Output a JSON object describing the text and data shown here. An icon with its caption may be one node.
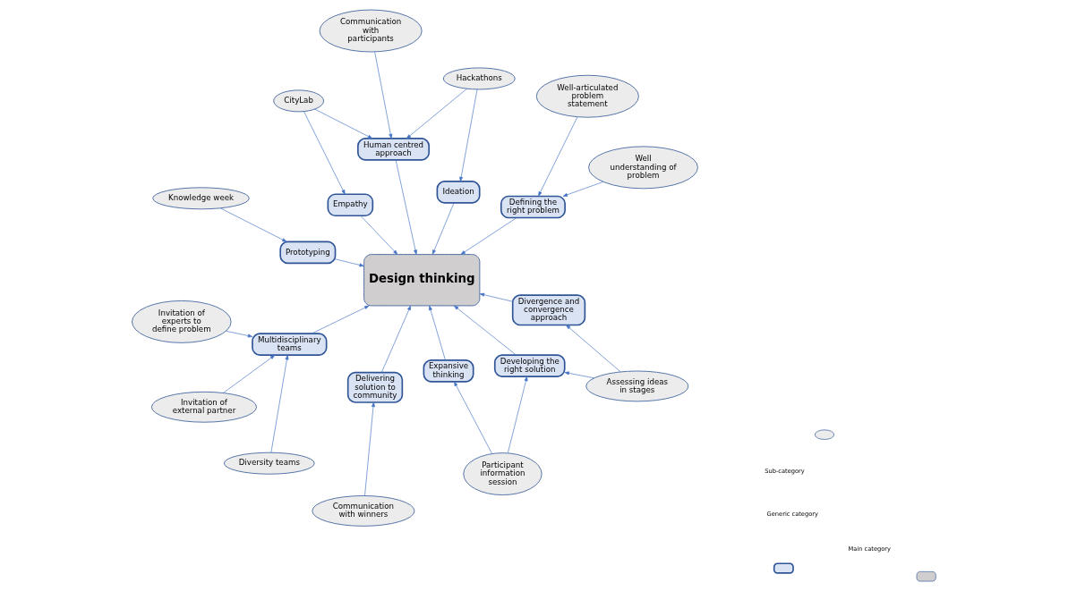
{
  "diagram": {
    "nodes": [
      {
        "text": [
          "CityLab"
        ]
      },
      {
        "text": [
          "Communication with participants"
        ]
      },
      {
        "text": [
          "Hackathons"
        ]
      },
      {
        "text": [
          "Knowledge week"
        ]
      },
      {
        "text": [
          "Empathy"
        ]
      },
      {
        "text": [
          "Human centred approach"
        ]
      },
      {
        "text": [
          "Ideation"
        ]
      },
      {
        "text": [
          "Prototyping"
        ]
      },
      {
        "text": [
          "Well understanding of problem"
        ]
      },
      {
        "text": [
          "Communication with winners"
        ]
      },
      {
        "text": [
          "Delivering solution to community"
        ]
      },
      {
        "text": [
          "Design thinking"
        ]
      },
      {
        "text": [
          "Defining the right problem"
        ]
      },
      {
        "text": [
          "Well-articulated problem statement"
        ]
      },
      {
        "text": [
          "Divergence and convergence approach"
        ]
      },
      {
        "text": [
          "Developing the right solution"
        ]
      },
      {
        "text": [
          "Expansive thinking"
        ]
      },
      {
        "text": [
          "Multidisciplinary teams"
        ]
      },
      {
        "text": [
          "Diversity teams"
        ]
      },
      {
        "text": [
          "Assessing ideas in stages"
        ]
      },
      {
        "text": [
          "Invitation of experts to define problem"
        ]
      },
      {
        "text": [
          "Participant information session"
        ]
      },
      {
        "text": [
          "Invitation of external partner"
        ]
      }
    ],
    "edges": [
      {
        "from": 0,
        "to": 4,
        "arrow": "to"
      },
      {
        "from": 0,
        "to": 5,
        "arrow": "to"
      },
      {
        "from": 1,
        "to": 5,
        "arrow": "to"
      },
      {
        "from": 2,
        "to": 5,
        "arrow": "to"
      },
      {
        "from": 2,
        "to": 6,
        "arrow": "to"
      },
      {
        "from": 3,
        "to": 7,
        "arrow": "to"
      },
      {
        "from": 4,
        "to": 11,
        "arrow": "to"
      },
      {
        "from": 5,
        "to": 11,
        "arrow": "to"
      },
      {
        "from": 6,
        "to": 11,
        "arrow": "to"
      },
      {
        "from": 7,
        "to": 11,
        "arrow": "to"
      },
      {
        "from": 9,
        "to": 10,
        "arrow": "to"
      },
      {
        "from": 10,
        "to": 11,
        "arrow": "to"
      },
      {
        "from": 8,
        "to": 12,
        "arrow": "to"
      },
      {
        "from": 13,
        "to": 12,
        "arrow": "to"
      },
      {
        "from": 12,
        "to": 11,
        "arrow": "to"
      },
      {
        "from": 14,
        "to": 11,
        "arrow": "to"
      },
      {
        "from": 15,
        "to": 11,
        "arrow": "to"
      },
      {
        "from": 16,
        "to": 11,
        "arrow": "to"
      },
      {
        "from": 17,
        "to": 11,
        "arrow": "to"
      },
      {
        "from": 19,
        "to": 14,
        "arrow": "to"
      },
      {
        "from": 19,
        "to": 15,
        "arrow": "to"
      },
      {
        "from": 21,
        "to": 15,
        "arrow": "to"
      },
      {
        "from": 21,
        "to": 16,
        "arrow": "to"
      },
      {
        "from": 20,
        "to": 17,
        "arrow": "to"
      },
      {
        "from": 22,
        "to": 17,
        "arrow": "to"
      },
      {
        "from": 18,
        "to": 17,
        "arrow": "to"
      }
    ],
    "legend": [
      {
        "text": "Sub-category"
      },
      {
        "text": "Generic category"
      },
      {
        "text": "Main category"
      }
    ]
  }
}
